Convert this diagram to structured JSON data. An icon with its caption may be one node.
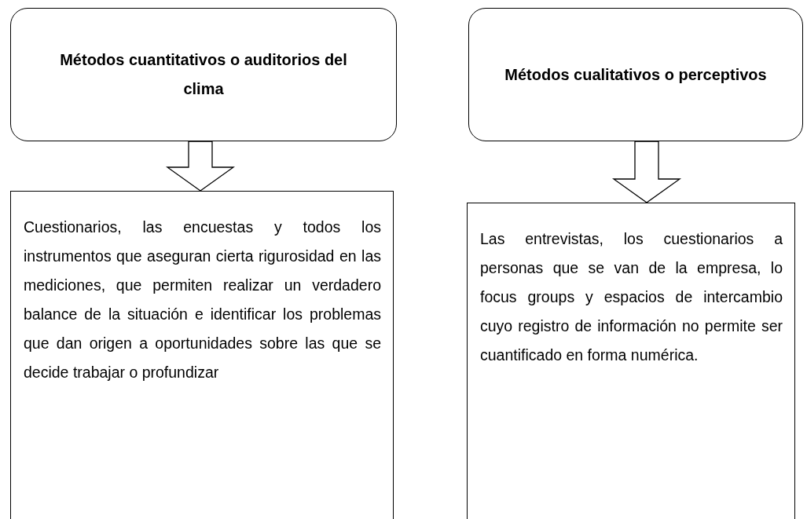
{
  "diagram": {
    "nodes": [
      {
        "text": [
          "Métodos cuantitativos o auditorios del clima"
        ]
      },
      {
        "text": [
          "Métodos cualitativos o perceptivos"
        ]
      },
      {
        "text": [
          "Cuestionarios, las encuestas y todos los instrumentos que aseguran cierta rigurosidad en las mediciones, que permiten realizar un verdadero balance de la situación e identificar los problemas que dan origen a oportunidades sobre las que se decide trabajar o profundizar"
        ]
      },
      {
        "text": [
          "Las entrevistas, los cuestionarios a personas que se van de la empresa, lo focus groups y espacios de intercambio cuyo registro de información no permite ser cuantificado en forma numérica."
        ]
      }
    ],
    "edges": [
      {
        "from": 0,
        "to": 2,
        "arrow": "to"
      },
      {
        "from": 1,
        "to": 3,
        "arrow": "to"
      }
    ]
  }
}
